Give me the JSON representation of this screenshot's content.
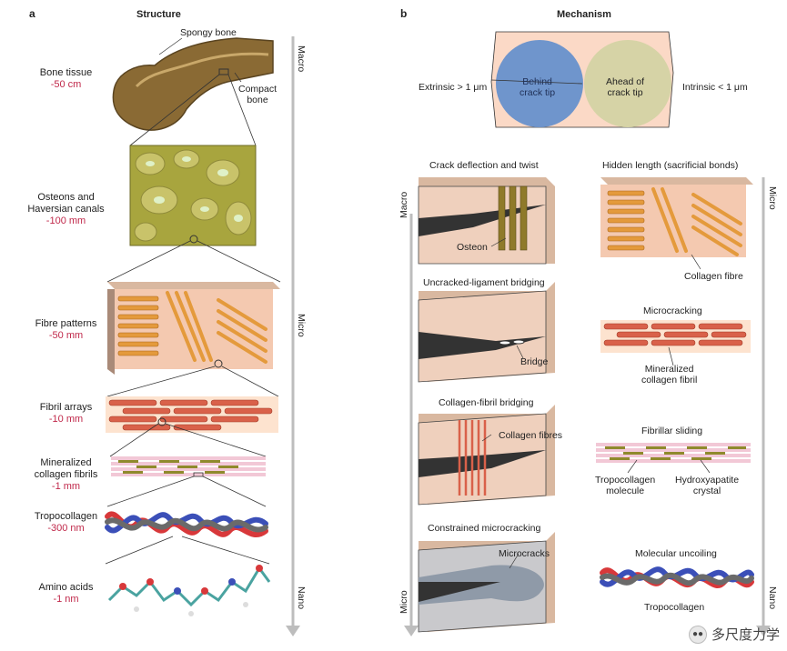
{
  "panel_a": {
    "letter": "a",
    "title": "Structure",
    "levels": [
      {
        "name": "Bone tissue",
        "size": "-50 cm"
      },
      {
        "name": "Osteons and\nHaversian canals",
        "size": "-100 mm"
      },
      {
        "name": "Fibre patterns",
        "size": "-50 mm"
      },
      {
        "name": "Fibril arrays",
        "size": "-10 mm"
      },
      {
        "name": "Mineralized\ncollagen fibrils",
        "size": "-1 mm"
      },
      {
        "name": "Tropocollagen",
        "size": "-300 nm"
      },
      {
        "name": "Amino acids",
        "size": "-1 nm"
      }
    ],
    "callouts": {
      "spongy": "Spongy bone",
      "compact": "Compact\nbone"
    },
    "scale_axis": {
      "macro": "Macro",
      "micro": "Micro",
      "nano": "Nano"
    }
  },
  "panel_b": {
    "letter": "b",
    "title": "Mechanism",
    "venn": {
      "behind": "Behind\ncrack tip",
      "ahead": "Ahead of\ncrack tip",
      "extrinsic": "Extrinsic > 1 μm",
      "intrinsic": "Intrinsic < 1 μm"
    },
    "left_column": [
      {
        "title": "Crack deflection and twist",
        "callout": "Osteon"
      },
      {
        "title": "Uncracked-ligament bridging",
        "callout": "Bridge"
      },
      {
        "title": "Collagen-fibril bridging",
        "callout": "Collagen fibres"
      },
      {
        "title": "Constrained microcracking",
        "callout": "Microcracks"
      }
    ],
    "right_column": [
      {
        "title": "Hidden length (sacrificial bonds)",
        "callout": "Collagen fibre"
      },
      {
        "title": "Microcracking",
        "callout": "Mineralized\ncollagen fibril"
      },
      {
        "title": "Fibrillar sliding",
        "callout_a": "Tropocollagen\nmolecule",
        "callout_b": "Hydroxyapatite\ncrystal"
      },
      {
        "title": "Molecular uncoiling",
        "callout": "Tropocollagen"
      }
    ],
    "left_axis": {
      "macro": "Macro",
      "micro": "Micro"
    },
    "right_axis": {
      "micro": "Micro",
      "nano": "Nano"
    }
  },
  "watermark": "多尺度力学",
  "colors": {
    "size_red": "#c0284a",
    "blue_circle": "#6f95cc",
    "olive_circle": "#d6d3a6",
    "peach": "#f4c9b0",
    "rod_orange": "#e49a3c",
    "fibril_red": "#d9614a"
  }
}
